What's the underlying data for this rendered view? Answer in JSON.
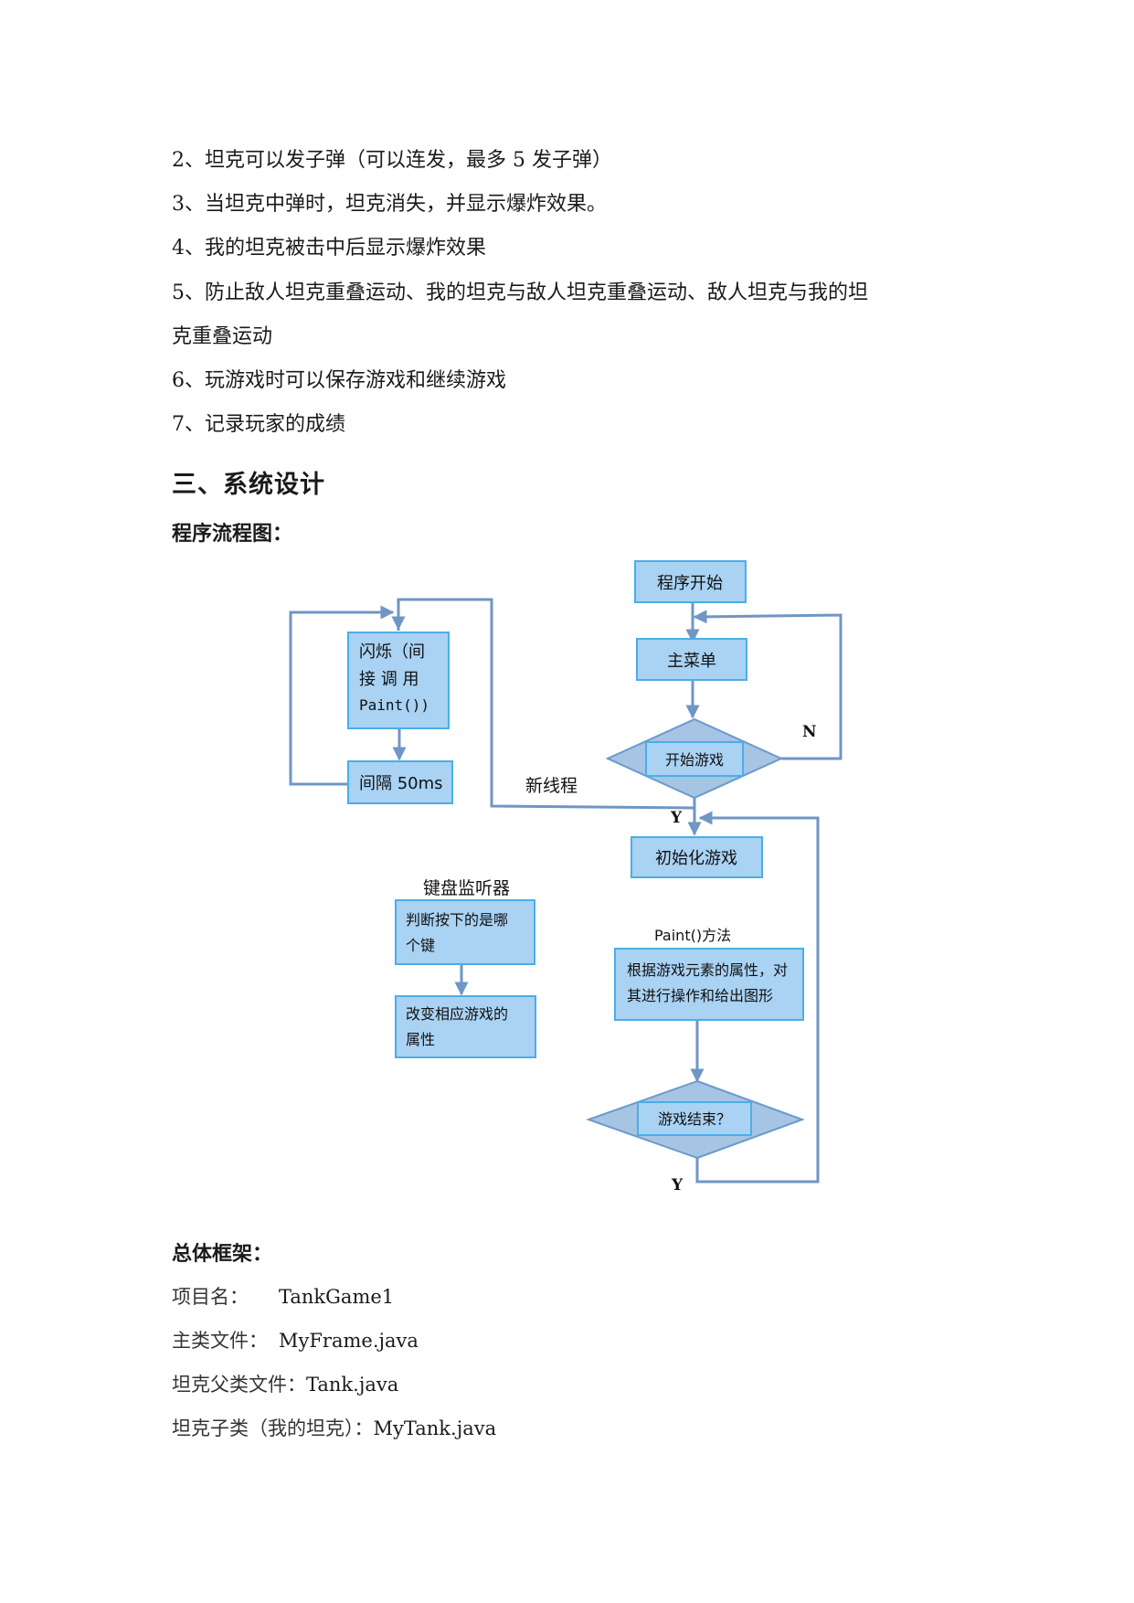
{
  "requirements": [
    "2、坦克可以发子弹（可以连发，最多 5 发子弹）",
    "3、当坦克中弹时，坦克消失，并显示爆炸效果。",
    "4、我的坦克被击中后显示爆炸效果",
    "5、防止敌人坦克重叠运动、我的坦克与敌人坦克重叠运动、敌人坦克与我的坦",
    "克重叠运动",
    "6、玩游戏时可以保存游戏和继续游戏",
    "7、记录玩家的成绩"
  ],
  "section_title": "三、系统设计",
  "flow_heading": "程序流程图：",
  "flowchart": {
    "start": "程序开始",
    "main_menu": "主菜单",
    "start_game": "开始游戏",
    "no_label": "N",
    "yes_label": "Y",
    "init_game": "初始化游戏",
    "new_thread": "新线程",
    "blink_line1": "闪烁（间",
    "blink_line2": "接 调 用",
    "blink_line3": "Paint())",
    "interval": "间隔 50ms",
    "keyboard_title": "键盘监听器",
    "judge_key_line1": "判断按下的是哪",
    "judge_key_line2": "个键",
    "change_attr_line1": "改变相应游戏的",
    "change_attr_line2": "属性",
    "paint_title": "Paint()方法",
    "paint_line1": "根据游戏元素的属性，对",
    "paint_line2": "其进行操作和给出图形",
    "game_over": "游戏结束？",
    "yes_label2": "Y"
  },
  "framework_heading": "总体框架：",
  "framework": [
    {
      "key": "项目名：",
      "value": "TankGame1"
    },
    {
      "key": "主类文件：",
      "value": "MyFrame.java"
    },
    {
      "key": "坦克父类文件：",
      "value": "Tank.java"
    },
    {
      "key": "坦克子类（我的坦克）：",
      "value": "MyTank.java"
    }
  ]
}
